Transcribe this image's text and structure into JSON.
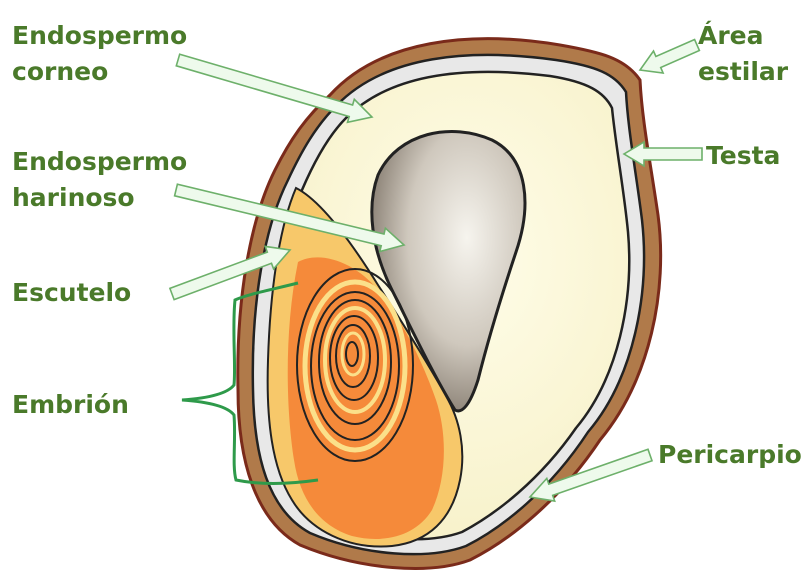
{
  "colors": {
    "label": "#4a7a2a",
    "arrow_fill": "#eefaec",
    "arrow_stroke": "#6db06a",
    "bracket": "#2e9a4a",
    "pericarp": "#b07a4a",
    "pericarp_edge": "#7a2a1a",
    "testa": "#e8e8e8",
    "horny_endosperm": "#fbf7d6",
    "floury_endosperm": "#d8d2c8",
    "scutellum": "#f7c86a",
    "embryo": "#f58a3a",
    "ring_light": "#fbe08a"
  },
  "labels": {
    "endosperm_horny": "Endospermo\ncorneo",
    "endosperm_floury": "Endospermo\nharinoso",
    "scutellum": "Escutelo",
    "embryo": "Embrión",
    "stylar_area": "Área\nestilar",
    "testa": "Testa",
    "pericarp": "Pericarpio"
  }
}
